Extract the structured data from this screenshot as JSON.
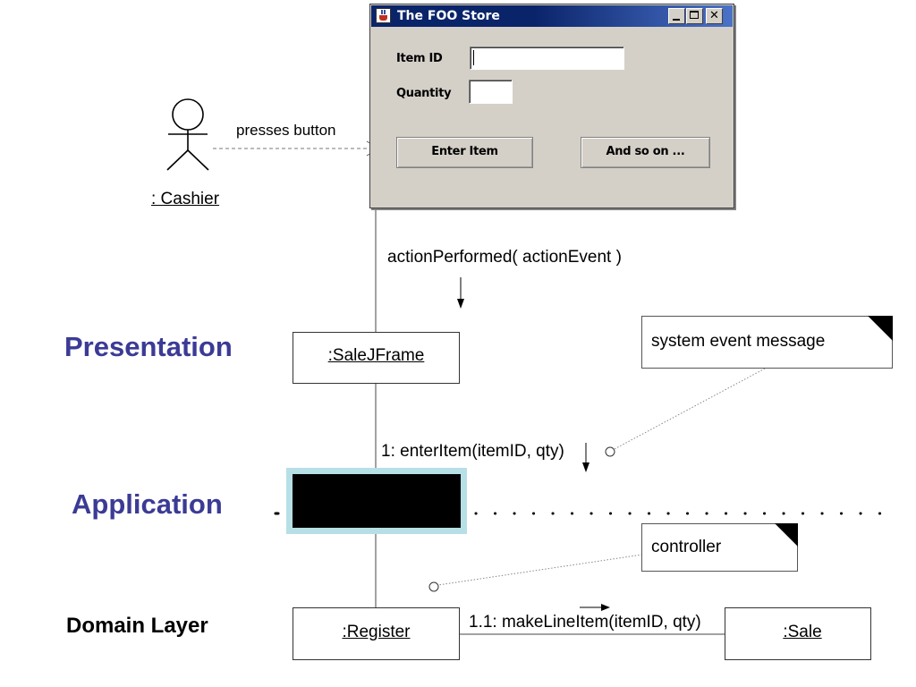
{
  "window": {
    "title": "The FOO Store",
    "item_id_label": "Item ID",
    "item_id_value": "",
    "quantity_label": "Quantity",
    "quantity_value": "",
    "enter_item_label": "Enter Item",
    "and_so_on_label": "And so on ...",
    "titlebar_color": "#0a246a",
    "face_color": "#d4d0c8",
    "icon": "java-cup-icon"
  },
  "actor": {
    "name": ": Cashier",
    "icon": "stick-figure-icon"
  },
  "messages": {
    "presses_button": "presses button",
    "action_performed": "actionPerformed( actionEvent )",
    "enter_item": "1: enterItem(itemID, qty)",
    "make_line_item": "1.1: makeLineItem(itemID, qty)"
  },
  "layers": {
    "presentation": "Presentation",
    "application": "Application",
    "domain": "Domain Layer",
    "accent_color": "#3b3b96"
  },
  "objects": {
    "sale_jframe": ":SaleJFrame",
    "register": ":Register",
    "sale": ":Sale",
    "redacted_fill": "#000000",
    "redacted_border": "#b7dfe6"
  },
  "notes": {
    "system_event": "system event message",
    "controller": "controller"
  }
}
